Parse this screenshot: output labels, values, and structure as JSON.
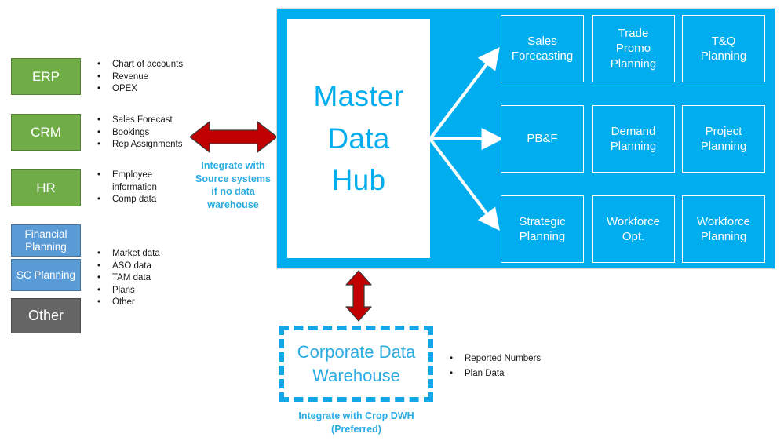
{
  "diagram": {
    "title": "Master Data Hub architecture",
    "colors": {
      "green": "#70AD47",
      "blue_box": "#5B9BD5",
      "grey": "#656565",
      "panel_blue": "#00ADEE",
      "accent_text_blue": "#29ABE2",
      "arrow_red": "#C00000",
      "tile_border": "#FFFFFF"
    }
  },
  "sources": [
    {
      "label": "ERP",
      "style": "green"
    },
    {
      "label": "CRM",
      "style": "green"
    },
    {
      "label": "HR",
      "style": "green"
    },
    {
      "label": "Financial Planning",
      "style": "blue"
    },
    {
      "label": "SC Planning",
      "style": "blue"
    },
    {
      "label": "Other",
      "style": "grey"
    }
  ],
  "source_bullets": {
    "erp": [
      "Chart of accounts",
      "Revenue",
      "OPEX"
    ],
    "crm": [
      "Sales Forecast",
      "Bookings",
      "Rep Assignments"
    ],
    "hr": [
      "Employee",
      "information",
      "Comp data"
    ],
    "other": [
      "Market  data",
      "ASO data",
      "TAM data",
      "Plans",
      "Other"
    ]
  },
  "hub": {
    "line1": "Master",
    "line2": "Data",
    "line3": "Hub"
  },
  "integration_caption": {
    "line1": "Integrate with",
    "line2": "Source systems",
    "line3": "if no data",
    "line4": "warehouse"
  },
  "tiles": [
    {
      "line1": "Sales",
      "line2": "Forecasting",
      "line3": ""
    },
    {
      "line1": "Trade",
      "line2": "Promo",
      "line3": "Planning"
    },
    {
      "line1": "T&Q",
      "line2": "Planning",
      "line3": ""
    },
    {
      "line1": "PB&F",
      "line2": "",
      "line3": ""
    },
    {
      "line1": "Demand",
      "line2": "Planning",
      "line3": ""
    },
    {
      "line1": "Project",
      "line2": "Planning",
      "line3": ""
    },
    {
      "line1": "Strategic",
      "line2": "Planning",
      "line3": ""
    },
    {
      "line1": "Workforce",
      "line2": "Opt.",
      "line3": ""
    },
    {
      "line1": "Workforce",
      "line2": "Planning",
      "line3": ""
    }
  ],
  "warehouse": {
    "line1": "Corporate Data",
    "line2": "Warehouse",
    "caption_line1": "Integrate with Crop DWH",
    "caption_line2": "(Preferred)",
    "bullets": [
      "Reported Numbers",
      "Plan Data"
    ]
  },
  "bullet_glyph": "•"
}
